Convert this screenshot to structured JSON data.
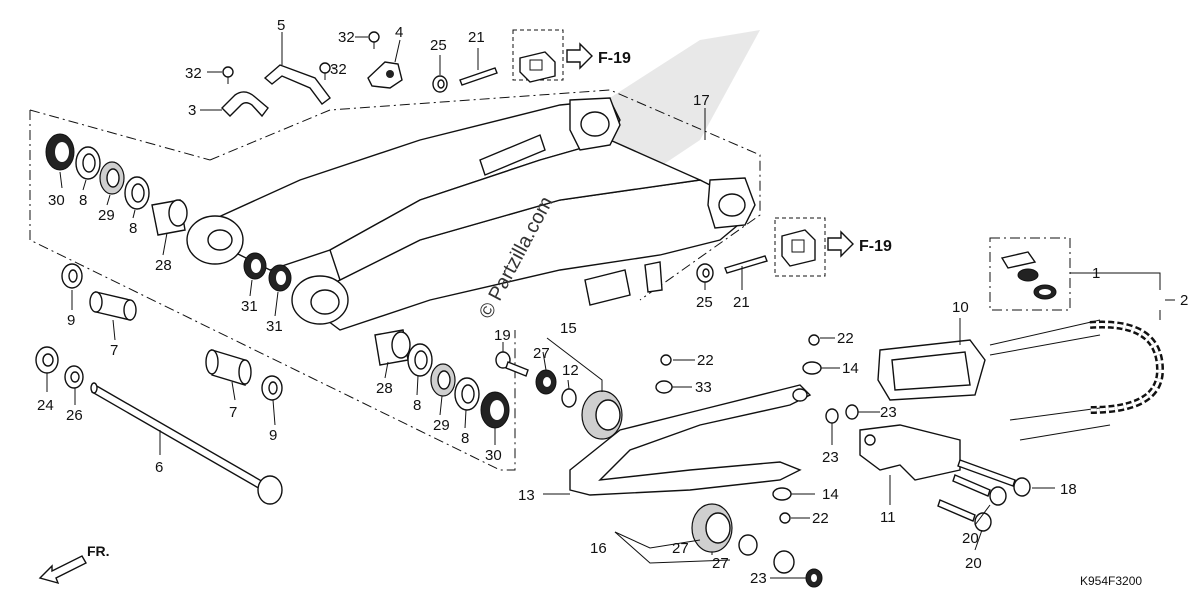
{
  "diagram": {
    "part_code": "K954F3200",
    "watermark": "© Partzilla.com",
    "front_label": "FR.",
    "ref_pages": [
      {
        "id": "ref-top",
        "label": "F-19"
      },
      {
        "id": "ref-mid",
        "label": "F-19"
      }
    ],
    "callouts": [
      {
        "id": "c1",
        "label": "1"
      },
      {
        "id": "c2",
        "label": "2"
      },
      {
        "id": "c3",
        "label": "3"
      },
      {
        "id": "c4",
        "label": "4"
      },
      {
        "id": "c5",
        "label": "5"
      },
      {
        "id": "c6",
        "label": "6"
      },
      {
        "id": "c7a",
        "label": "7"
      },
      {
        "id": "c7b",
        "label": "7"
      },
      {
        "id": "c8a",
        "label": "8"
      },
      {
        "id": "c8b",
        "label": "8"
      },
      {
        "id": "c8c",
        "label": "8"
      },
      {
        "id": "c8d",
        "label": "8"
      },
      {
        "id": "c9a",
        "label": "9"
      },
      {
        "id": "c9b",
        "label": "9"
      },
      {
        "id": "c10",
        "label": "10"
      },
      {
        "id": "c11",
        "label": "11"
      },
      {
        "id": "c12",
        "label": "12"
      },
      {
        "id": "c13",
        "label": "13"
      },
      {
        "id": "c14a",
        "label": "14"
      },
      {
        "id": "c14b",
        "label": "14"
      },
      {
        "id": "c15",
        "label": "15"
      },
      {
        "id": "c16",
        "label": "16"
      },
      {
        "id": "c17",
        "label": "17"
      },
      {
        "id": "c18",
        "label": "18"
      },
      {
        "id": "c19",
        "label": "19"
      },
      {
        "id": "c20a",
        "label": "20"
      },
      {
        "id": "c20b",
        "label": "20"
      },
      {
        "id": "c21a",
        "label": "21"
      },
      {
        "id": "c21b",
        "label": "21"
      },
      {
        "id": "c22a",
        "label": "22"
      },
      {
        "id": "c22b",
        "label": "22"
      },
      {
        "id": "c22c",
        "label": "22"
      },
      {
        "id": "c23a",
        "label": "23"
      },
      {
        "id": "c23b",
        "label": "23"
      },
      {
        "id": "c23c",
        "label": "23"
      },
      {
        "id": "c24",
        "label": "24"
      },
      {
        "id": "c25a",
        "label": "25"
      },
      {
        "id": "c25b",
        "label": "25"
      },
      {
        "id": "c26",
        "label": "26"
      },
      {
        "id": "c27a",
        "label": "27"
      },
      {
        "id": "c27b",
        "label": "27"
      },
      {
        "id": "c27c",
        "label": "27"
      },
      {
        "id": "c28a",
        "label": "28"
      },
      {
        "id": "c28b",
        "label": "28"
      },
      {
        "id": "c29a",
        "label": "29"
      },
      {
        "id": "c29b",
        "label": "29"
      },
      {
        "id": "c30a",
        "label": "30"
      },
      {
        "id": "c30b",
        "label": "30"
      },
      {
        "id": "c31a",
        "label": "31"
      },
      {
        "id": "c31b",
        "label": "31"
      },
      {
        "id": "c32a",
        "label": "32"
      },
      {
        "id": "c32b",
        "label": "32"
      },
      {
        "id": "c33",
        "label": "33"
      }
    ]
  }
}
